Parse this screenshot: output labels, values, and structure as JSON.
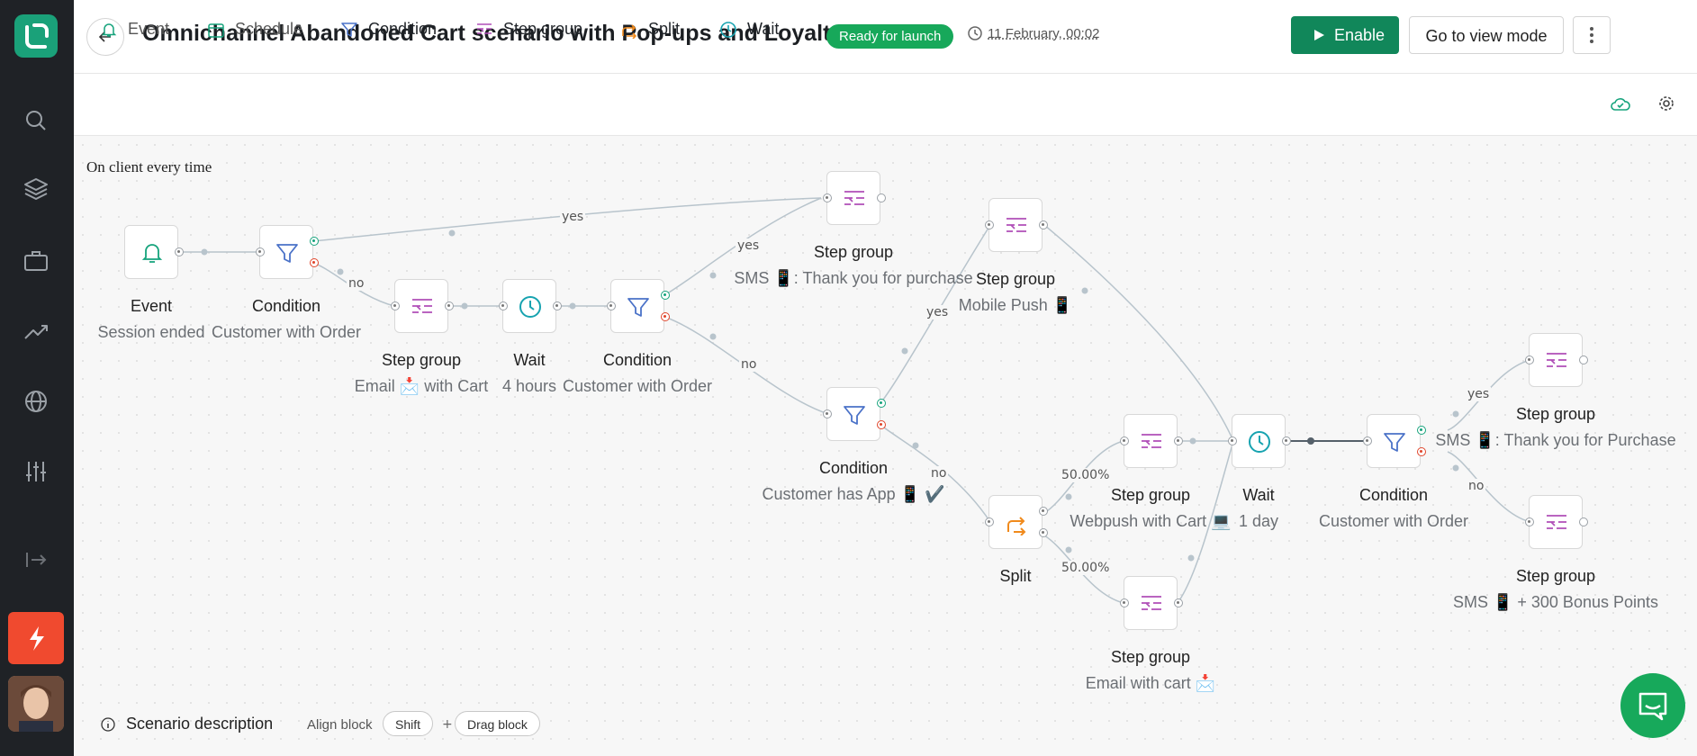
{
  "header": {
    "title": "Omnichannel Abandoned Cart scenario with Pop-ups and Loyalty points",
    "status": "Ready for launch",
    "timestamp": "11 February, 00:02",
    "enable_label": "Enable",
    "view_mode_label": "Go to view mode"
  },
  "toolbar": {
    "items": [
      {
        "label": "Event",
        "icon": "bell-icon"
      },
      {
        "label": "Schedule",
        "icon": "calendar-icon"
      },
      {
        "label": "Condition",
        "icon": "funnel-icon"
      },
      {
        "label": "Step group",
        "icon": "step-group-icon"
      },
      {
        "label": "Split",
        "icon": "split-icon"
      },
      {
        "label": "Wait",
        "icon": "clock-icon"
      }
    ]
  },
  "canvas": {
    "trigger_label": "On client every time",
    "nodes": [
      {
        "type": "Event",
        "subtitle": "Session ended"
      },
      {
        "type": "Condition",
        "subtitle": "Customer with Order"
      },
      {
        "type": "Step group",
        "subtitle": "Email 📩 with Cart"
      },
      {
        "type": "Wait",
        "subtitle": "4 hours"
      },
      {
        "type": "Condition",
        "subtitle": "Customer with Order"
      },
      {
        "type": "Step group",
        "subtitle": "SMS 📱: Thank you for purchase"
      },
      {
        "type": "Step group",
        "subtitle": "Mobile Push 📱"
      },
      {
        "type": "Condition",
        "subtitle": "Customer has App 📱 ✔️"
      },
      {
        "type": "Split",
        "subtitle": ""
      },
      {
        "type": "Step group",
        "subtitle": "Webpush with Cart 💻"
      },
      {
        "type": "Step group",
        "subtitle": "Email with cart 📩"
      },
      {
        "type": "Wait",
        "subtitle": "1 day"
      },
      {
        "type": "Condition",
        "subtitle": "Customer with Order"
      },
      {
        "type": "Step group",
        "subtitle": "SMS 📱: Thank you for Purchase"
      },
      {
        "type": "Step group",
        "subtitle": "SMS 📱 + 300 Bonus Points"
      }
    ],
    "edge_labels": [
      "yes",
      "no",
      "yes",
      "no",
      "yes",
      "no",
      "50.00%",
      "50.00%",
      "yes",
      "no"
    ]
  },
  "footer": {
    "description_label": "Scenario description",
    "align_label": "Align block",
    "key_shift": "Shift",
    "plus": "+",
    "key_drag": "Drag block"
  },
  "colors": {
    "sidebar": "#1f2226",
    "logo": "#1aa179",
    "badge": "#17a85a",
    "primary_button": "#11875a",
    "event_icon": "#16a37c",
    "condition_icon": "#4a72c8",
    "step_group_icon": "#b04fb8",
    "split_icon": "#f08a1c",
    "wait_icon": "#17a3b0",
    "yes_port": "#16a37c",
    "no_port": "#e0452b",
    "bolt_button": "#f04a2f",
    "chat_button": "#17a95b"
  }
}
